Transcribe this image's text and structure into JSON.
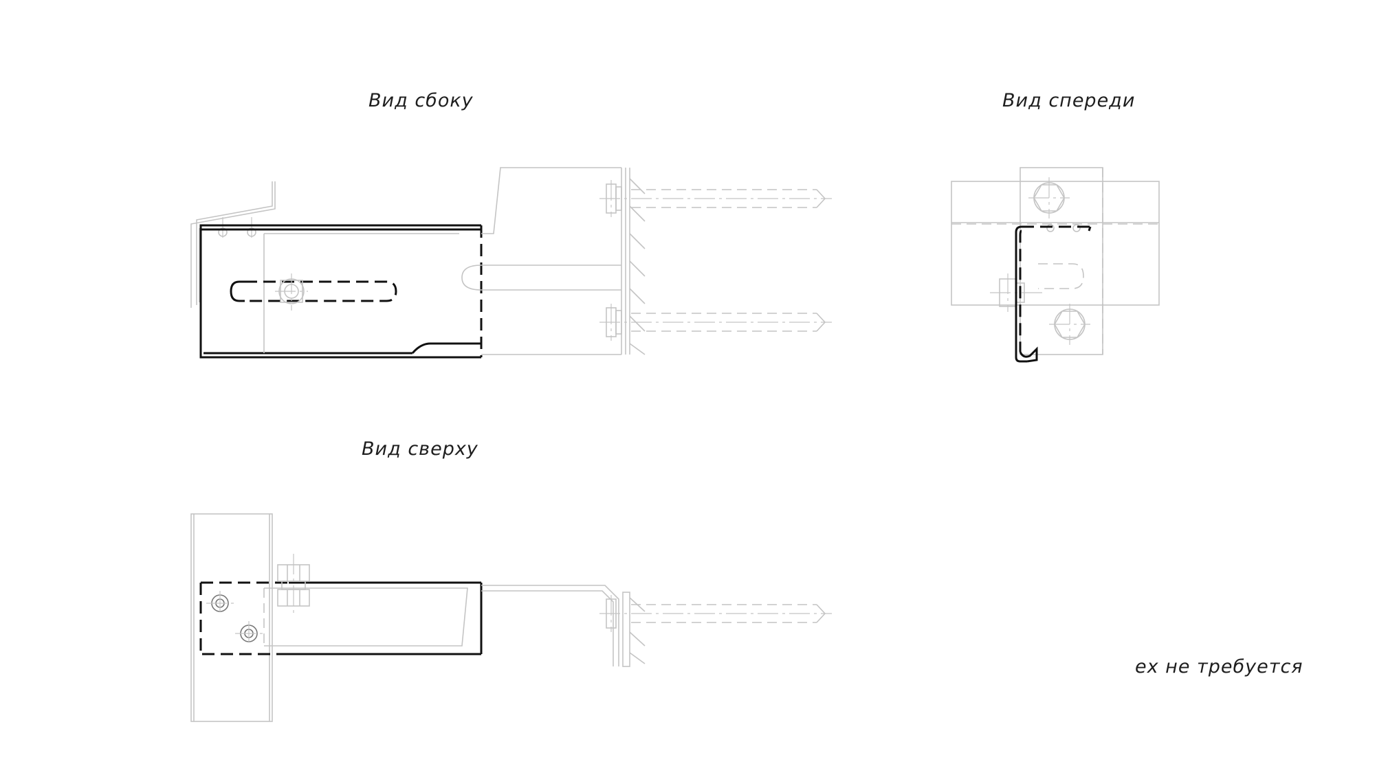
{
  "views": {
    "side": {
      "title": "Вид сбоку"
    },
    "front": {
      "title": "Вид спереди"
    },
    "top": {
      "title": "Вид сверху"
    }
  },
  "note": "ех не требуется",
  "colors": {
    "bracket": "#111111",
    "context": "#c4c4c4",
    "text": "#1e1e1e"
  }
}
